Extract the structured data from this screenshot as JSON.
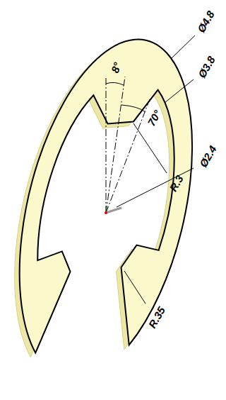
{
  "diagram": {
    "labels": [
      "Ø4.8",
      "Ø3.8",
      "8°",
      "70°",
      "R.3",
      "Ø2.4",
      "R.35"
    ]
  }
}
